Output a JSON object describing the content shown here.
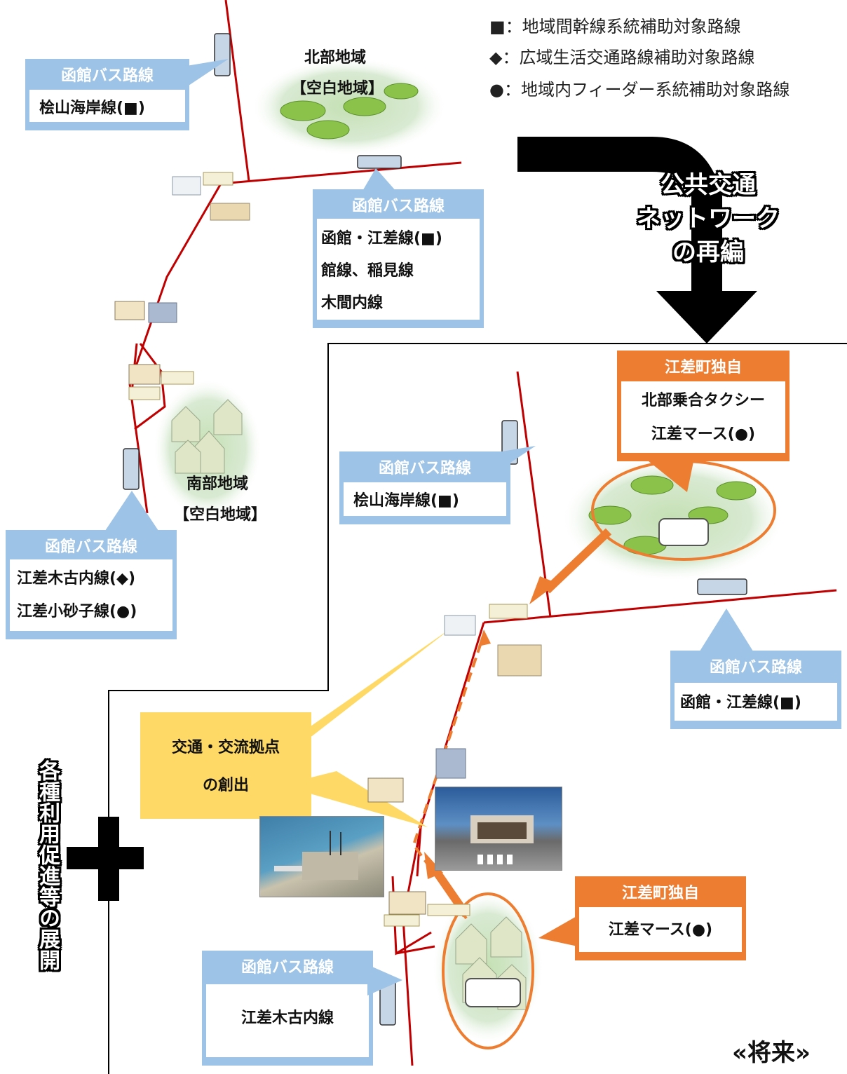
{
  "legend": [
    {
      "symbol": "■",
      "text": "：地域間幹線系統補助対象路線"
    },
    {
      "symbol": "◆",
      "text": "：広域生活交通路線補助対象路線"
    },
    {
      "symbol": "●",
      "text": "：地域内フィーダー系統補助対象路線"
    }
  ],
  "north_area": {
    "name": "北部地域",
    "status": "【空白地域】"
  },
  "south_area": {
    "name": "南部地域",
    "status": "【空白地域】"
  },
  "reorg_arrow_text": [
    "公共交通",
    "ネットワーク",
    "の再編"
  ],
  "current": {
    "callout_kamiyama": {
      "header": "函館バス路線",
      "lines": [
        "桧山海岸線(■)"
      ]
    },
    "callout_hakodate_esashi": {
      "header": "函館バス路線",
      "lines": [
        "函館・江差線(■)",
        "館線、稲見線",
        "木間内線"
      ]
    },
    "callout_south": {
      "header": "函館バス路線",
      "lines": [
        "江差木古内線(◆)",
        "江差小砂子線(●)"
      ]
    }
  },
  "future": {
    "callout_esashi_north": {
      "header": "江差町独自",
      "lines": [
        "北部乗合タクシー",
        "江差マース(●)"
      ]
    },
    "callout_kamiyama": {
      "header": "函館バス路線",
      "lines": [
        "桧山海岸線(■)"
      ]
    },
    "callout_hakodate_esashi": {
      "header": "函館バス路線",
      "lines": [
        "函館・江差線(■)"
      ]
    },
    "callout_hub": {
      "lines": [
        "交通・交流拠点",
        "の創出"
      ]
    },
    "callout_esashi_south": {
      "header": "江差町独自",
      "lines": [
        "江差マース(●)"
      ]
    },
    "callout_kikonai": {
      "header": "函館バス路線",
      "lines": [
        "江差木古内線"
      ]
    }
  },
  "plus_vertical_text": "各種利用促進等の展開",
  "future_label": "«将来»",
  "colors": {
    "road": "#c00000",
    "callout_blue": "#9dc3e6",
    "callout_orange": "#ed7d31",
    "hub_yellow": "#ffd966",
    "arrow_orange": "#ed7d31"
  }
}
